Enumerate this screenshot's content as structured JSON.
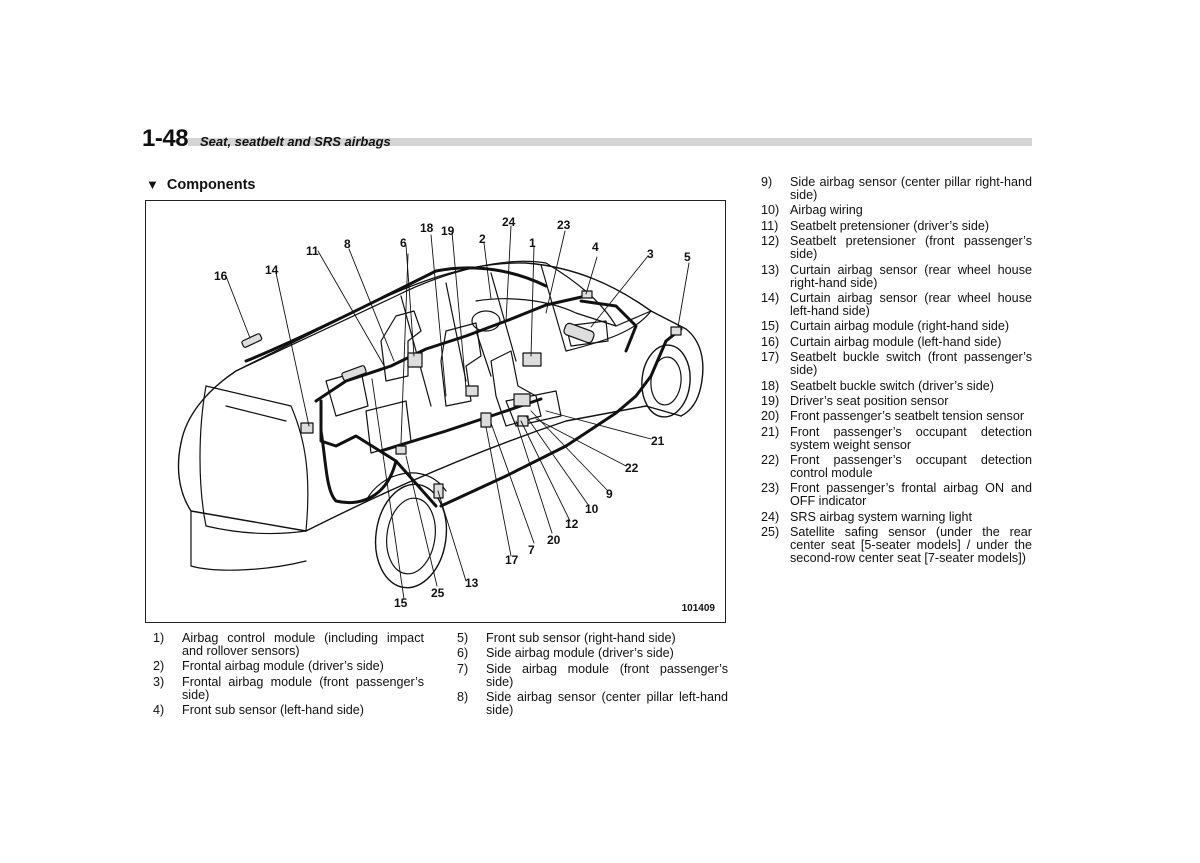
{
  "header": {
    "page_number": "1-48",
    "chapter_title": "Seat, seatbelt and SRS airbags"
  },
  "section": {
    "marker": "▼",
    "title": "Components"
  },
  "figure": {
    "id": "101409",
    "callouts": [
      "1",
      "2",
      "3",
      "4",
      "5",
      "6",
      "7",
      "8",
      "9",
      "10",
      "11",
      "12",
      "13",
      "14",
      "15",
      "16",
      "17",
      "18",
      "19",
      "20",
      "21",
      "22",
      "23",
      "24",
      "25"
    ]
  },
  "legend": {
    "col1": [
      {
        "num": "1)",
        "text": "Airbag control module (including impact and rollover sensors)"
      },
      {
        "num": "2)",
        "text": "Frontal airbag module (driver’s side)"
      },
      {
        "num": "3)",
        "text": "Frontal airbag module (front passenger’s side)"
      },
      {
        "num": "4)",
        "text": "Front sub sensor (left-hand side)"
      }
    ],
    "col2": [
      {
        "num": "5)",
        "text": "Front sub sensor (right-hand side)"
      },
      {
        "num": "6)",
        "text": "Side airbag module (driver’s side)"
      },
      {
        "num": "7)",
        "text": "Side airbag module (front passenger’s side)"
      },
      {
        "num": "8)",
        "text": "Side airbag sensor (center pillar left-hand side)"
      }
    ],
    "col3": [
      {
        "num": "9)",
        "text": "Side airbag sensor (center pillar right-hand side)"
      },
      {
        "num": "10)",
        "text": "Airbag wiring"
      },
      {
        "num": "11)",
        "text": "Seatbelt pretensioner (driver’s side)"
      },
      {
        "num": "12)",
        "text": "Seatbelt pretensioner (front passenger’s side)"
      },
      {
        "num": "13)",
        "text": "Curtain airbag sensor (rear wheel house right-hand side)"
      },
      {
        "num": "14)",
        "text": "Curtain airbag sensor (rear wheel house left-hand side)"
      },
      {
        "num": "15)",
        "text": "Curtain airbag module (right-hand side)"
      },
      {
        "num": "16)",
        "text": "Curtain airbag module (left-hand side)"
      },
      {
        "num": "17)",
        "text": "Seatbelt buckle switch (front passenger’s side)"
      },
      {
        "num": "18)",
        "text": "Seatbelt buckle switch (driver’s side)"
      },
      {
        "num": "19)",
        "text": "Driver’s seat position sensor"
      },
      {
        "num": "20)",
        "text": "Front passenger’s seatbelt tension sensor"
      },
      {
        "num": "21)",
        "text": "Front passenger’s occupant detection system weight sensor"
      },
      {
        "num": "22)",
        "text": "Front passenger’s occupant detection control module"
      },
      {
        "num": "23)",
        "text": "Front passenger’s frontal airbag ON and OFF indicator"
      },
      {
        "num": "24)",
        "text": "SRS airbag system warning light"
      },
      {
        "num": "25)",
        "text": "Satellite safing sensor (under the rear center seat [5-seater models] / under the second-row center seat [7-seater models])"
      }
    ]
  }
}
